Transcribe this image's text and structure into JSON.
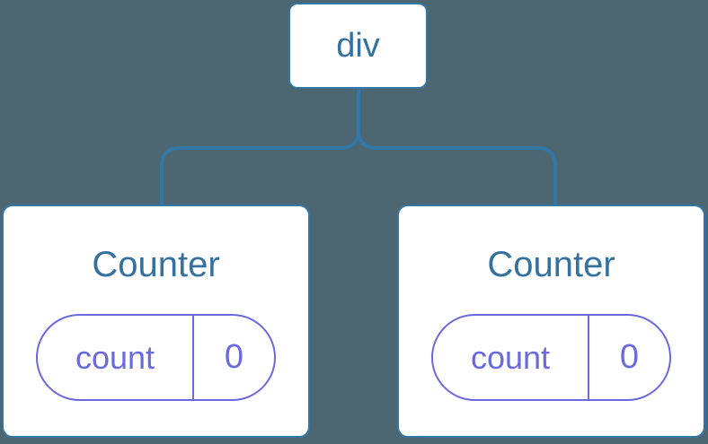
{
  "colors": {
    "background": "#4c6771",
    "node_fill": "#ffffff",
    "stroke_blue": "#3377a6",
    "text_blue": "#35719f",
    "accent_purple": "#6a69de"
  },
  "tree": {
    "root_label": "div",
    "children": [
      {
        "title": "Counter",
        "state_key": "count",
        "state_value": "0"
      },
      {
        "title": "Counter",
        "state_key": "count",
        "state_value": "0"
      }
    ]
  }
}
